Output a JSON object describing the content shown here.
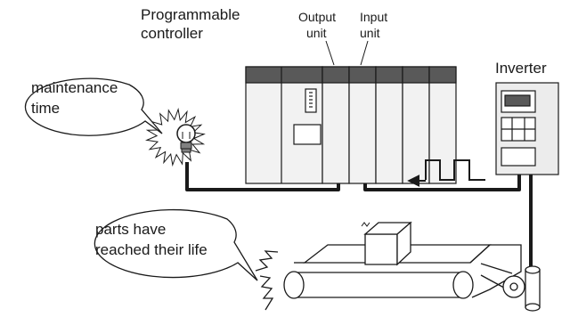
{
  "labels": {
    "plc_line1": "Programmable",
    "plc_line2": "controller",
    "output_line1": "Output",
    "output_line2": "unit",
    "input_line1": "Input",
    "input_line2": "unit",
    "inverter": "Inverter",
    "bubble_top_line1": "maintenance",
    "bubble_top_line2": "time",
    "bubble_bottom_line1": "parts have",
    "bubble_bottom_line2": "reached their life"
  },
  "colors": {
    "line": "#1a1a1a",
    "panel_dark": "#595959",
    "panel_light": "#f2f2f2",
    "inverter_body": "#ececec"
  }
}
